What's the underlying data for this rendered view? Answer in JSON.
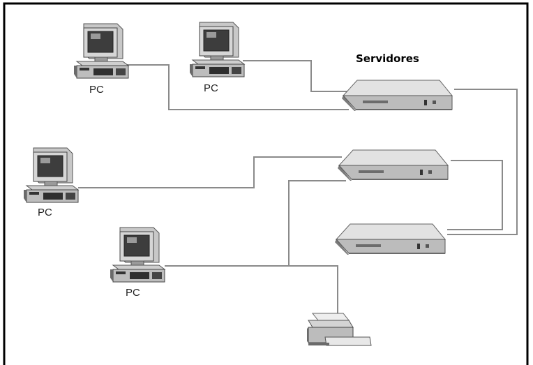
{
  "title": "Servidores",
  "pcs": [
    {
      "label": "PC",
      "icon": "desktop-computer-icon"
    },
    {
      "label": "PC",
      "icon": "desktop-computer-icon"
    },
    {
      "label": "PC",
      "icon": "desktop-computer-icon"
    },
    {
      "label": "PC",
      "icon": "desktop-computer-icon"
    }
  ],
  "servers": [
    {
      "icon": "server-icon"
    },
    {
      "icon": "server-icon"
    },
    {
      "icon": "server-icon"
    }
  ],
  "printer": {
    "icon": "printer-icon"
  },
  "colors": {
    "border": "#000000",
    "cable": "#8a8a8a",
    "device_light": "#e2e2e2",
    "device_dark": "#6a6a6a"
  }
}
